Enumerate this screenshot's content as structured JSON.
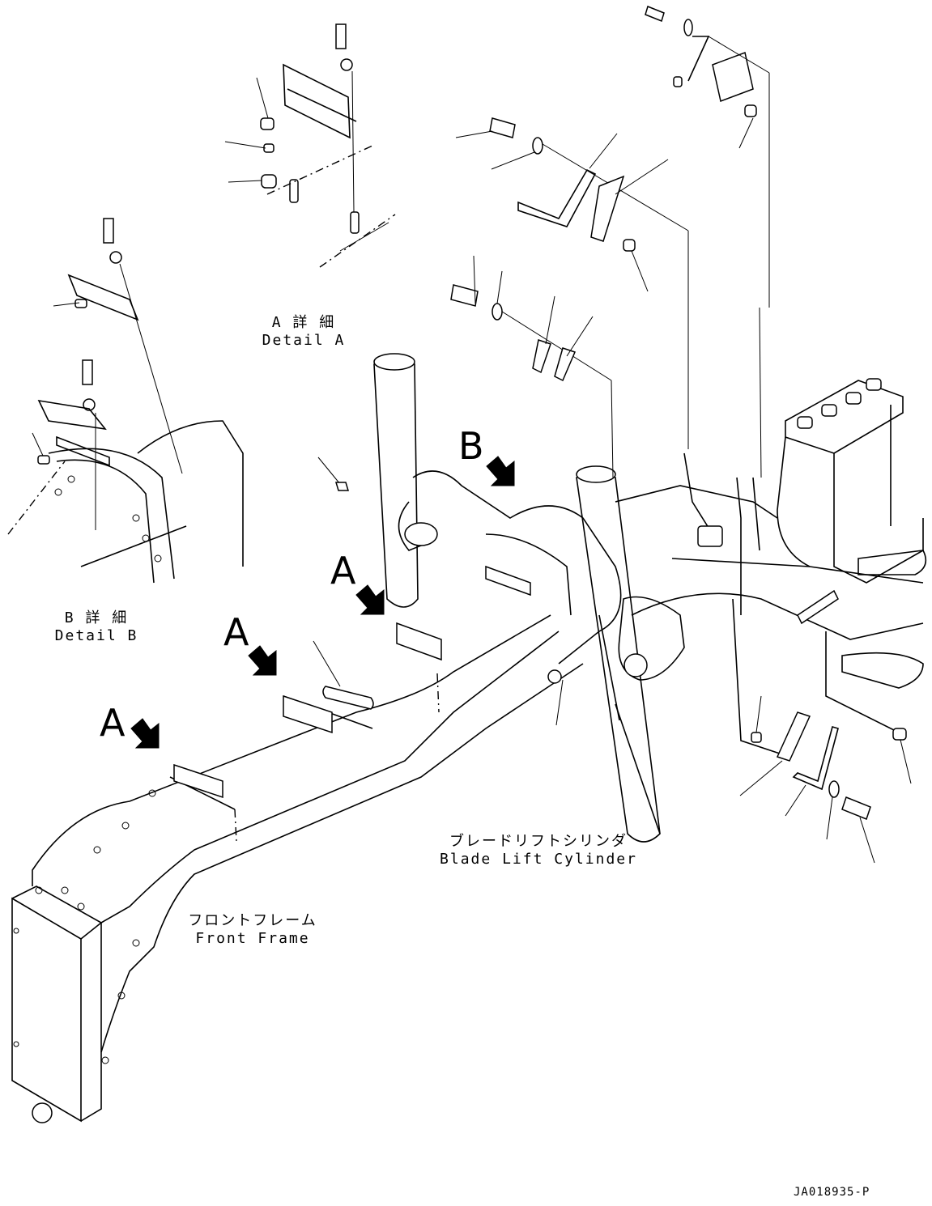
{
  "labels": {
    "detail_a_jp": "A 詳 細",
    "detail_a_en": "Detail A",
    "detail_b_jp": "B 詳 細",
    "detail_b_en": "Detail B",
    "blade_lift_jp": "ブレードリフトシリンダ",
    "blade_lift_en": "Blade Lift Cylinder",
    "front_frame_jp": "フロントフレーム",
    "front_frame_en": "Front Frame",
    "drawing_code": "JA018935-P"
  },
  "view_markers": {
    "a": "A",
    "b": "B"
  },
  "colors": {
    "line": "#000000",
    "background": "#ffffff"
  }
}
